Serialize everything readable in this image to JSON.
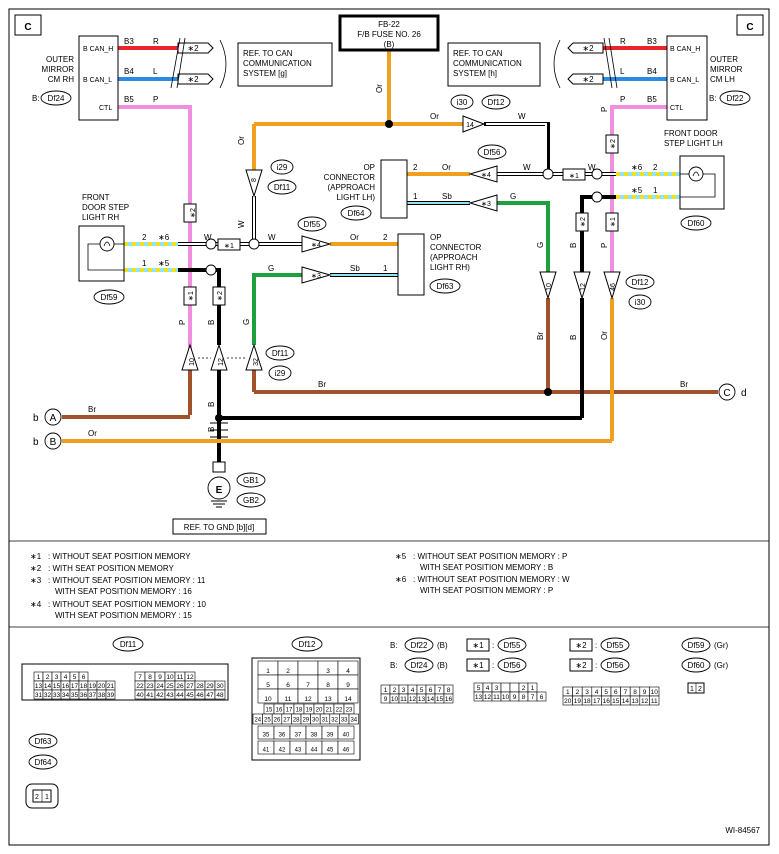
{
  "colors": {
    "wire_red": "#e8262a",
    "wire_blue": "#2a8be3",
    "wire_pink": "#f08fe0",
    "wire_orange": "#f0a020",
    "wire_black": "#000000",
    "wire_brown": "#a0522d",
    "wire_green": "#1ea03c",
    "wire_white": "#ffffff",
    "wire_skyblue": "#8fe4f5",
    "wire_yellow": "#f0e020"
  },
  "corner_labels": {
    "left": "C",
    "right": "C"
  },
  "fuse": {
    "line1": "FB-22",
    "line2": "F/B FUSE NO. 26",
    "line3": "(B)"
  },
  "outer_mirror_rh": {
    "line1": "OUTER",
    "line2": "MIRROR",
    "line3": "CM RH",
    "prefix": "B:",
    "connector": "Df24",
    "pins": {
      "can_h": "B CAN_H",
      "can_l": "B CAN_L",
      "ctl": "CTL"
    },
    "terminals": [
      "B3",
      "B4",
      "B5"
    ],
    "colors": [
      "R",
      "L",
      "P"
    ]
  },
  "outer_mirror_lh": {
    "line1": "OUTER",
    "line2": "MIRROR",
    "line3": "CM LH",
    "prefix": "B:",
    "connector": "Df22",
    "pins": {
      "can_h": "B CAN_H",
      "can_l": "B CAN_L",
      "ctl": "CTL"
    },
    "terminals": [
      "B3",
      "B4",
      "B5"
    ],
    "colors": [
      "R",
      "L",
      "P"
    ]
  },
  "ref_can_g": {
    "line1": "REF. TO CAN",
    "line2": "COMMUNICATION",
    "line3": "SYSTEM [g]"
  },
  "ref_can_h": {
    "line1": "REF. TO CAN",
    "line2": "COMMUNICATION",
    "line3": "SYSTEM [h]"
  },
  "step_light_rh": {
    "line1": "FRONT",
    "line2": "DOOR STEP",
    "line3": "LIGHT RH",
    "connector": "Df59",
    "pins": [
      "2",
      "1"
    ]
  },
  "step_light_lh": {
    "line1": "FRONT DOOR",
    "line2": "STEP LIGHT LH",
    "connector": "Df60",
    "pins": [
      "2",
      "1"
    ]
  },
  "op_rh": {
    "line1": "OP",
    "line2": "CONNECTOR",
    "line3": "(APPROACH",
    "line4": "LIGHT RH)",
    "connector": "Df63",
    "pins": [
      "2",
      "1"
    ]
  },
  "op_lh": {
    "line1": "OP",
    "line2": "CONNECTOR",
    "line3": "(APPROACH",
    "line4": "LIGHT LH)",
    "connector": "Df64",
    "pins": [
      "2",
      "1"
    ]
  },
  "connectors": {
    "i30": "i30",
    "df12": "Df12",
    "i29": "i29",
    "df11": "Df11",
    "df55": "Df55",
    "df56": "Df56",
    "df12b": "Df12",
    "i30b": "i30",
    "df11b": "Df11",
    "i29b": "i29"
  },
  "pin_numbers": {
    "p14": "14",
    "p8": "8",
    "p4a": "4",
    "p3a": "3",
    "p4b": "4",
    "p3b": "3",
    "p10a": "10",
    "p12a": "12",
    "p46": "46",
    "p10b": "10",
    "p12b": "12",
    "p32": "32"
  },
  "stars": {
    "s1": "∗1",
    "s2": "∗2",
    "s3": "∗3",
    "s4": "∗4",
    "s5": "∗5",
    "s6": "∗6"
  },
  "wire_labels": {
    "R": "R",
    "L": "L",
    "P": "P",
    "Or": "Or",
    "W": "W",
    "Sb": "Sb",
    "G": "G",
    "B": "B",
    "Br": "Br"
  },
  "ground": {
    "letter": "E",
    "conn1": "GB1",
    "conn2": "GB2",
    "ref": "REF. TO GND [b][d]"
  },
  "terminals": {
    "bA": {
      "prefix": "b",
      "letter": "A",
      "wire": "Br"
    },
    "bB": {
      "prefix": "b",
      "letter": "B",
      "wire": "Or"
    },
    "Cd": {
      "letter": "C",
      "suffix": "d",
      "wire": "Br"
    }
  },
  "notes_left": [
    {
      "key": "∗1",
      "line1": ": WITHOUT SEAT POSITION MEMORY",
      "line2": ""
    },
    {
      "key": "∗2",
      "line1": ": WITH SEAT POSITION MEMORY",
      "line2": ""
    },
    {
      "key": "∗3",
      "line1": ": WITHOUT SEAT POSITION MEMORY  : 11",
      "line2": "WITH SEAT POSITION MEMORY  : 16"
    },
    {
      "key": "∗4",
      "line1": ": WITHOUT SEAT POSITION MEMORY  : 10",
      "line2": "WITH SEAT POSITION MEMORY  : 15"
    }
  ],
  "notes_right": [
    {
      "key": "∗5",
      "line1": ": WITHOUT SEAT POSITION MEMORY  : P",
      "line2": "WITH SEAT POSITION MEMORY  : B"
    },
    {
      "key": "∗6",
      "line1": ": WITHOUT SEAT POSITION MEMORY  : W",
      "line2": "WITH SEAT POSITION MEMORY  : P"
    }
  ],
  "legend": {
    "df11": "Df11",
    "df12": "Df12",
    "df22": {
      "prefix": "B:",
      "name": "Df22",
      "suffix": "(B)"
    },
    "df24": {
      "prefix": "B:",
      "name": "Df24",
      "suffix": "(B)"
    },
    "s1a": {
      "star": "∗1",
      "name": "Df55"
    },
    "s1b": {
      "star": "∗1",
      "name": "Df56"
    },
    "s2a": {
      "star": "∗2",
      "name": "Df55"
    },
    "s2b": {
      "star": "∗2",
      "name": "Df56"
    },
    "df59": {
      "name": "Df59",
      "suffix": "(Gr)"
    },
    "df60": {
      "name": "Df60",
      "suffix": "(Gr)"
    },
    "df63": "Df63",
    "df64": "Df64",
    "df11_pins": [
      [
        "1",
        "2",
        "3",
        "4",
        "5",
        "6"
      ],
      [
        "13",
        "14",
        "15",
        "16",
        "17",
        "18",
        "19",
        "20",
        "21"
      ],
      [
        "31",
        "32",
        "33",
        "34",
        "35",
        "36",
        "37",
        "38",
        "39"
      ]
    ],
    "df11_pins_b": [
      [
        "7",
        "8",
        "9",
        "10",
        "11",
        "12"
      ],
      [
        "22",
        "23",
        "24",
        "25",
        "26",
        "27",
        "28",
        "29",
        "30"
      ],
      [
        "40",
        "41",
        "42",
        "43",
        "44",
        "45",
        "46",
        "47",
        "48"
      ]
    ],
    "df12_pins": [
      [
        "1",
        "2",
        "",
        "3",
        "4"
      ],
      [
        "5",
        "6",
        "7",
        "8",
        "9"
      ],
      [
        "10",
        "11",
        "12",
        "13",
        "14"
      ],
      [
        "15",
        "16",
        "17",
        "18",
        "19",
        "20",
        "21",
        "22",
        "23"
      ],
      [
        "24",
        "25",
        "26",
        "27",
        "28",
        "29",
        "30",
        "31",
        "32",
        "33",
        "34"
      ],
      [
        "35",
        "36",
        "37",
        "38",
        "39",
        "40"
      ],
      [
        "41",
        "42",
        "43",
        "44",
        "45",
        "46"
      ]
    ],
    "df22_pins": [
      [
        "1",
        "2",
        "3",
        "4",
        "5",
        "6",
        "7",
        "8"
      ],
      [
        "9",
        "10",
        "11",
        "12",
        "13",
        "14",
        "15",
        "16"
      ]
    ],
    "s1_pins": [
      [
        "5",
        "4",
        "3",
        "",
        "",
        "2",
        "1"
      ],
      [
        "13",
        "12",
        "11",
        "10",
        "9",
        "8",
        "7",
        "6"
      ]
    ],
    "s2_pins": [
      [
        "1",
        "2",
        "3",
        "4",
        "5",
        "6",
        "7",
        "8",
        "9",
        "10"
      ],
      [
        "20",
        "19",
        "18",
        "17",
        "16",
        "15",
        "14",
        "13",
        "12",
        "11"
      ]
    ],
    "df59_pins": [
      "1",
      "2"
    ],
    "df63_pins": [
      "2",
      "1"
    ]
  },
  "figure_id": "WI-84567"
}
